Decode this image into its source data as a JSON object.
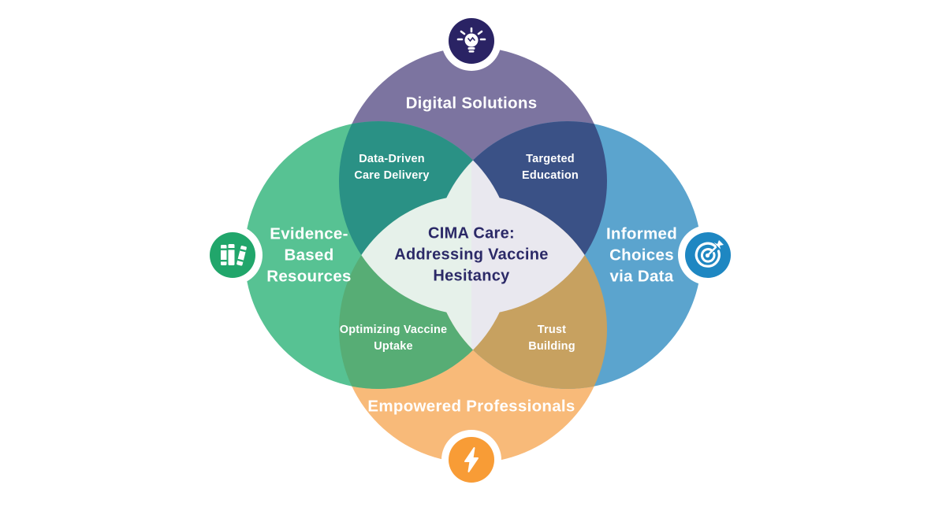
{
  "title": "CIMA Care four-circle venn diagram",
  "center": {
    "label": "CIMA Care:\nAddressing Vaccine\nHesitancy",
    "text_color": "#2B2967",
    "fill_left": "#E6F1EA",
    "fill_right": "#E9E8EF"
  },
  "circles": {
    "top": {
      "label": "Digital Solutions",
      "color": "#7C74A0",
      "badge_color": "#2A2364",
      "icon": "lightbulb-icon"
    },
    "left": {
      "label": "Evidence-\nBased\nResources",
      "color": "#57C293",
      "badge_color": "#21A66B",
      "icon": "books-icon"
    },
    "right": {
      "label": "Informed\nChoices\nvia Data",
      "color": "#5BA4CE",
      "badge_color": "#1E87C2",
      "icon": "target-icon"
    },
    "bottom": {
      "label": "Empowered Professionals",
      "color": "#F8BA79",
      "badge_color": "#F89C36",
      "icon": "lightning-icon"
    }
  },
  "overlaps": {
    "top_left": {
      "label": "Data-Driven\nCare Delivery",
      "color": "#2A9185"
    },
    "top_right": {
      "label": "Targeted\nEducation",
      "color": "#3A5186"
    },
    "bottom_left": {
      "label": "Optimizing Vaccine\nUptake",
      "color": "#57AD75"
    },
    "bottom_right": {
      "label": "Trust\nBuilding",
      "color": "#C7A160"
    }
  },
  "badge_ring_color": "#ffffff"
}
